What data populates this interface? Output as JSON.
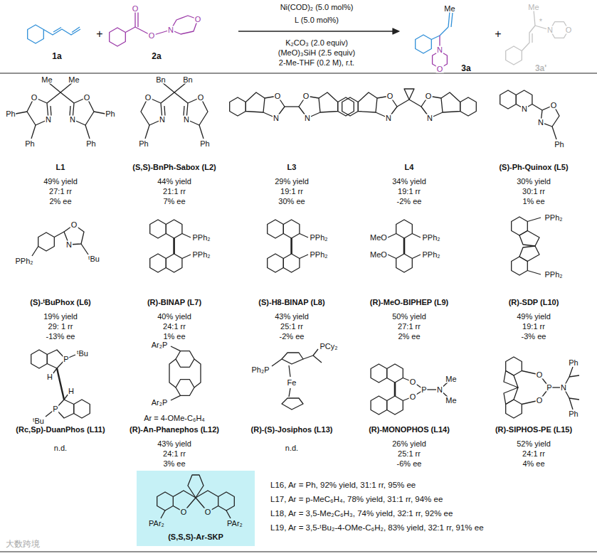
{
  "diagram": {
    "nodes": [
      {
        "text": [
          "(S,S,S)-Ar-SKP"
        ]
      }
    ],
    "labels": [
      "1a",
      "+",
      "O",
      "O",
      "N",
      "O",
      "2a",
      "Ni(COD)₂ (5.0 mol%)",
      "L (5.0 mol%)",
      "K₂CO₃ (2.0 equiv)",
      "(MeO)₃SiH (2.5 equiv)",
      "2-Me-THF (0.2 M), r.t.",
      "Me",
      "N",
      "O",
      "3a",
      "+",
      "Me",
      "*",
      "N",
      "O",
      "3a'",
      "Me",
      "Me",
      "O",
      "O",
      "N",
      "N",
      "Ph",
      "Ph",
      "Ph",
      "Ph",
      "L1",
      "49% yield",
      "27:1 rr",
      "2% ee",
      "Bn",
      "Bn",
      "O",
      "O",
      "N",
      "N",
      "Ph",
      "Ph",
      "(S,S)-BnPh-Sabox (L2)",
      "44% yield",
      "21:1 rr",
      "7% ee",
      "O",
      "N",
      "O",
      "N",
      "L3",
      "29% yield",
      "19:1 rr",
      "30% ee",
      "O",
      "N",
      "O",
      "N",
      "L4",
      "34% yield",
      "19:1 rr",
      "-2% ee",
      "N",
      "O",
      "N",
      "Ph",
      "(S)-Ph-Quinox (L5)",
      "30% yield",
      "30:1 rr",
      "1% ee",
      "PPh₂",
      "O",
      "N",
      "ᵗBu",
      "(S)-ᵗBuPhox (L6)",
      "19% yield",
      "29: 1 rr",
      "-13% ee",
      "PPh₂",
      "PPh₂",
      "(R)-BINAP (L7)",
      "40% yield",
      "24:1 rr",
      "1% ee",
      "PPh₂",
      "PPh₂",
      "(S)-H8-BINAP (L8)",
      "43% yield",
      "25:1 rr",
      "-2% ee",
      "MeO",
      "MeO",
      "PPh₂",
      "PPh₂",
      "(R)-MeO-BIPHEP (L9)",
      "50% yield",
      "27:1 rr",
      "2% ee",
      "PPh₂",
      "PPh₂",
      "(R)-SDP (L10)",
      "49% yield",
      "19:1 rr",
      "-3% ee",
      "P",
      "ᵗBu",
      "H",
      "H",
      "P",
      "ᵗBu",
      "(Rc,Sp)-DuanPhos (L11)",
      "n.d.",
      "Ar₂P",
      "Ar₂P",
      "Ar = 4-OMe-C₆H₄",
      "(R)-An-Phanephos (L12)",
      "43% yield",
      "24:1 rr",
      "3% ee",
      "PCy₂",
      "Ph₂P",
      "Fe",
      "(R)-(S)-Josiphos (L13)",
      "n.d.",
      "O",
      "O",
      "P",
      "N",
      "Me",
      "Me",
      "(R)-MONOPHOS (L14)",
      "26% yield",
      "25:1 rr",
      "-6% ee",
      "O",
      "O",
      "P",
      "N",
      "Ph",
      "Ph",
      "(R)-SIPHOS-PE (L15)",
      "52% yield",
      "24:1 rr",
      "4% ee",
      "O",
      "O",
      "PAr₂",
      "PAr₂",
      "L16, Ar = Ph, 92% yield, 31:1 rr, 95% ee",
      "L17, Ar = p-MeC₆H₄, 78% yield, 31:1 rr, 94% ee",
      "L18, Ar = 3,5-Me₂C₆H₃, 74% yield, 32:1 rr, 92% ee",
      "L19, Ar = 3,5-ᵗBu₂-4-OMe-C₆H₂, 83% yield, 32:1 rr, 91% ee",
      "大数跨境"
    ]
  }
}
